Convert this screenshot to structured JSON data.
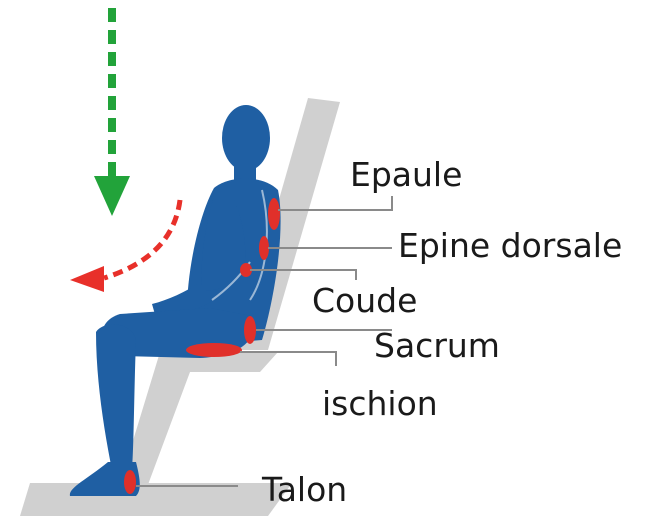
{
  "labels": {
    "epaule": "Epaule",
    "epine_dorsale": "Epine dorsale",
    "coude": "Coude",
    "sacrum": "Sacrum",
    "ischion": "ischion",
    "talon": "Talon"
  },
  "colors": {
    "body": "#1f5fa3",
    "body_dark": "#164a85",
    "chair": "#d0d0d0",
    "pressure": "#e0302a",
    "gravity_arrow": "#22a33a",
    "slide_arrow": "#e8302a",
    "leader_line": "#8a8a8a"
  },
  "icons": {
    "gravity": "down-arrow-icon",
    "slide": "curved-arrow-icon"
  }
}
